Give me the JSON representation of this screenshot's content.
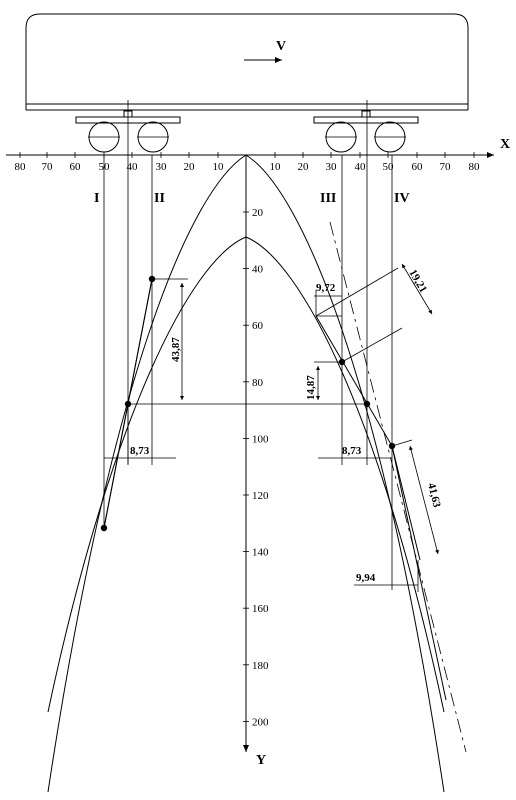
{
  "labels": {
    "velocity": "V",
    "x_axis": "X",
    "y_axis": "Y",
    "section_1": "I",
    "section_2": "II",
    "section_3": "III",
    "section_4": "IV"
  },
  "x_ticks": [
    "80",
    "70",
    "60",
    "50",
    "40",
    "30",
    "20",
    "10",
    "10",
    "20",
    "30",
    "40",
    "50",
    "60",
    "70",
    "80"
  ],
  "y_ticks": [
    "20",
    "40",
    "60",
    "80",
    "100",
    "120",
    "140",
    "160",
    "180",
    "200"
  ],
  "dimensions": {
    "d1": "8,73",
    "d2": "43,87",
    "d3": "9,72",
    "d4": "19,21",
    "d5": "14,87",
    "d6": "8,73",
    "d7": "41,63",
    "d8": "9,94"
  },
  "colors": {
    "ink": "#000000",
    "background": "#ffffff"
  }
}
